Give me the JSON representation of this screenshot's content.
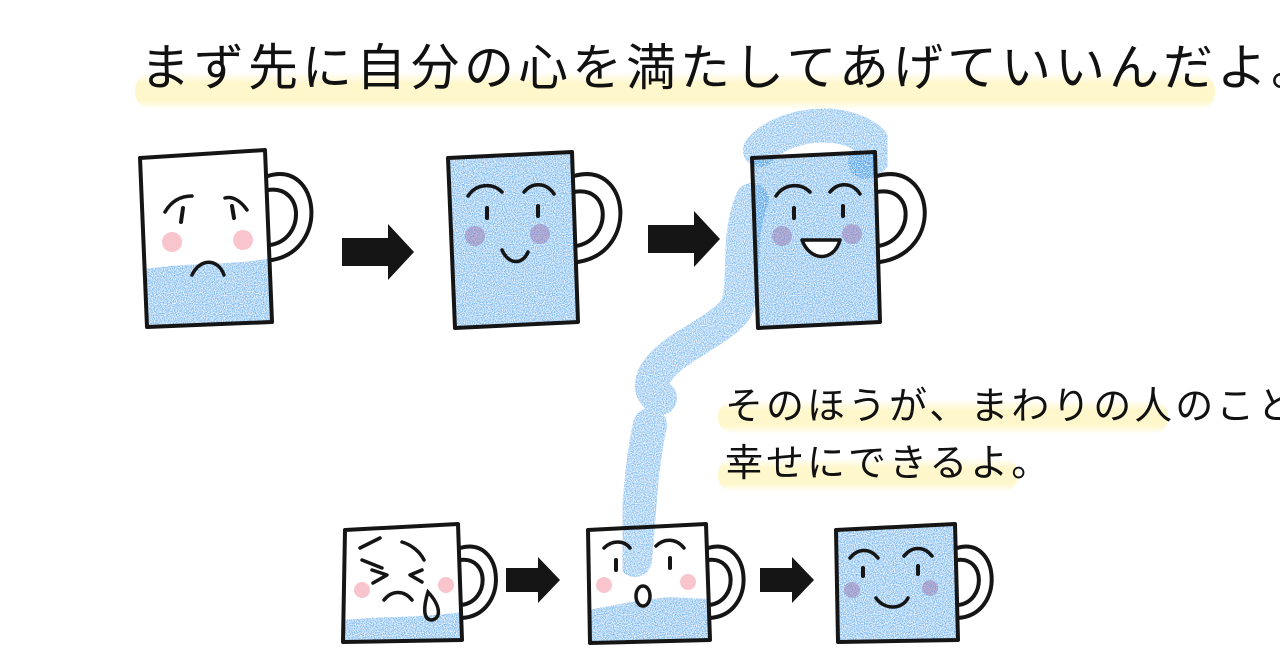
{
  "text": {
    "title": "まず先に自分の心を満たしてあげていいんだよ。",
    "note_line1": "そのほうが、まわりの人のことも",
    "note_line2": "幸せにできるよ。"
  },
  "colors": {
    "water": "#2f8fe6",
    "outline": "#151515",
    "cheek": "#f6b6c0",
    "highlight": "#fff4c2"
  },
  "mugs": {
    "top_row": [
      {
        "fill_level": 0.28,
        "expression": "sad"
      },
      {
        "fill_level": 1.0,
        "expression": "smile"
      },
      {
        "fill_level": 1.0,
        "expression": "happy-open-mouth"
      }
    ],
    "bottom_row": [
      {
        "fill_level": 0.15,
        "expression": "crying"
      },
      {
        "fill_level": 0.3,
        "expression": "surprised"
      },
      {
        "fill_level": 1.0,
        "expression": "content"
      }
    ]
  }
}
